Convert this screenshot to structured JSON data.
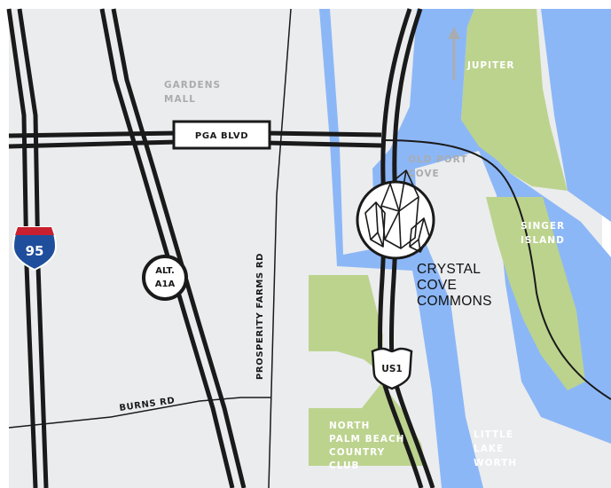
{
  "colors": {
    "land": "#ebecee",
    "water": "#8cb7f7",
    "park": "#bcd38e",
    "road": "#1a1a1a",
    "label_grey": "#a9acaf",
    "label_white": "#ffffff",
    "interstate_blue": "#1f4e9c",
    "interstate_red": "#c8202f"
  },
  "labels": {
    "gardens_mall": [
      "GARDENS",
      "MALL"
    ],
    "jupiter": "JUPITER",
    "old_port_cove": [
      "OLD PORT",
      "COVE"
    ],
    "singer_island": [
      "SINGER",
      "ISLAND"
    ],
    "north_palm_beach_cc": [
      "NORTH",
      "PALM BEACH",
      "COUNTRY",
      "CLUB"
    ],
    "little_lake_worth": [
      "LITTLE",
      "LAKE",
      "WORTH"
    ],
    "pga_blvd": "PGA BLVD",
    "prosperity_farms_rd": "PROSPERITY FARMS RD",
    "burns_rd": "BURNS RD",
    "poi": [
      "CRYSTAL",
      "COVE",
      "COMMONS"
    ]
  },
  "shields": {
    "interstate": "95",
    "alt_a1a": [
      "ALT.",
      "A1A"
    ],
    "us1": "US1"
  },
  "icons": {
    "north_arrow": "arrow-up-icon",
    "poi_marker": "crystal-icon"
  }
}
